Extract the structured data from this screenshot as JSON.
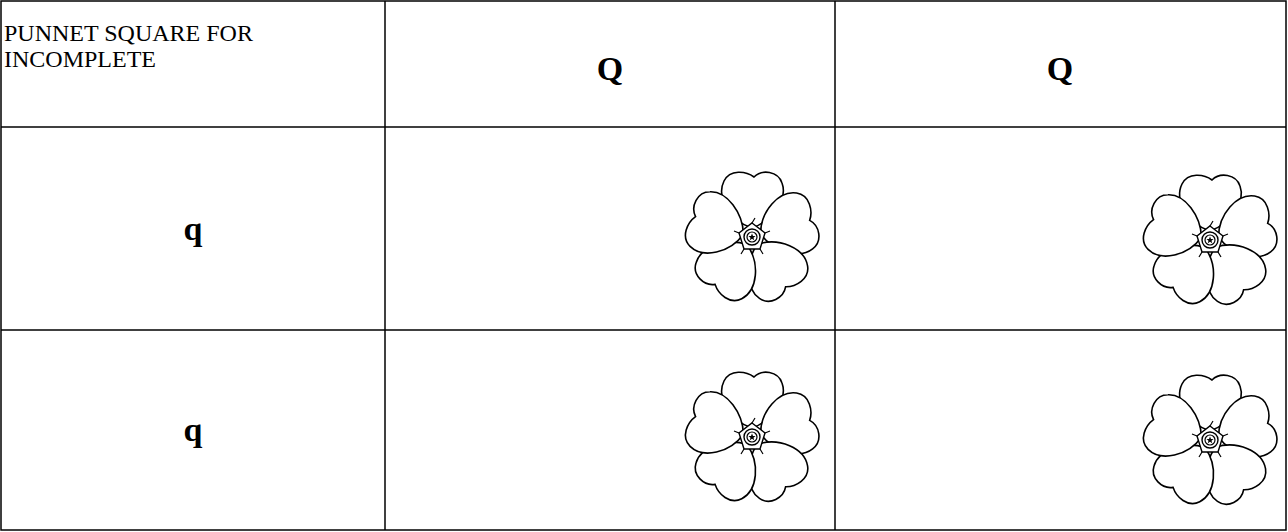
{
  "diagram": {
    "labels": [
      "PUNNET SQUARE FOR INCOMPLETE",
      "Q",
      "Q",
      "q",
      "q"
    ]
  }
}
